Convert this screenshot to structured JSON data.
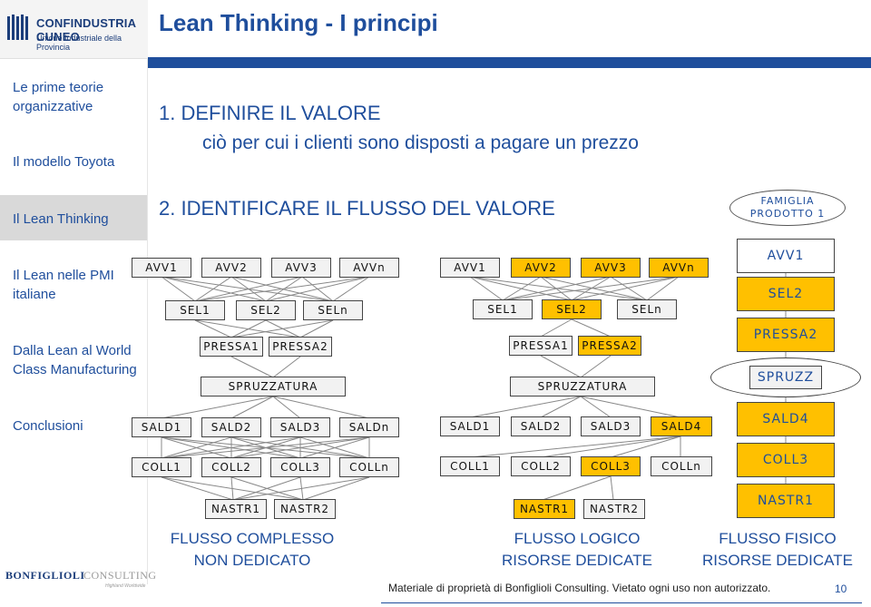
{
  "logo": {
    "line1": "CONFINDUSTRIA CUNEO",
    "line2": "Unione Industriale della Provincia"
  },
  "title": "Lean Thinking - I principi",
  "nav": [
    {
      "label": "Le prime teorie organizzative"
    },
    {
      "label": "Il modello Toyota"
    },
    {
      "label": "Il Lean Thinking"
    },
    {
      "label": "Il Lean nelle PMI italiane"
    },
    {
      "label": "Dalla Lean al World Class Manufacturing"
    },
    {
      "label": "Conclusioni"
    }
  ],
  "steps": {
    "step1": "1.   DEFINIRE IL VALORE",
    "step1_sub": "ciò per cui i clienti sono disposti a pagare un prezzo",
    "step2": "2.   IDENTIFICARE IL FLUSSO DEL VALORE"
  },
  "famiglia": {
    "line1": "FAMIGLIA",
    "line2": "PRODOTTO 1"
  },
  "flows": {
    "complex": {
      "avv": [
        "AVV1",
        "AVV2",
        "AVV3",
        "AVVn"
      ],
      "sel": [
        "SEL1",
        "SEL2",
        "SELn"
      ],
      "pressa": [
        "PRESSA1",
        "PRESSA2"
      ],
      "spruzz": "SPRUZZATURA",
      "sald": [
        "SALD1",
        "SALD2",
        "SALD3",
        "SALDn"
      ],
      "coll": [
        "COLL1",
        "COLL2",
        "COLL3",
        "COLLn"
      ],
      "nastr": [
        "NASTR1",
        "NASTR2"
      ],
      "caption1": "FLUSSO COMPLESSO",
      "caption2": "NON DEDICATO"
    },
    "logical": {
      "avv": [
        "AVV1",
        "AVV2",
        "AVV3",
        "AVVn"
      ],
      "sel": [
        "SEL1",
        "SEL2",
        "SELn"
      ],
      "pressa": [
        "PRESSA1",
        "PRESSA2"
      ],
      "spruzz": "SPRUZZATURA",
      "sald": [
        "SALD1",
        "SALD2",
        "SALD3",
        "SALD4"
      ],
      "coll": [
        "COLL1",
        "COLL2",
        "COLL3",
        "COLLn"
      ],
      "nastr": [
        "NASTR1",
        "NASTR2"
      ],
      "caption1": "FLUSSO LOGICO",
      "caption2": "RISORSE DEDICATE"
    },
    "physical": {
      "items": [
        "AVV1",
        "SEL2",
        "PRESSA2",
        "SPRUZZ",
        "SALD4",
        "COLL3",
        "NASTR1"
      ],
      "caption1": "FLUSSO FISICO",
      "caption2": "RISORSE DEDICATE"
    }
  },
  "footer": {
    "text": "Materiale di proprietà di Bonfiglioli Consulting. Vietato ogni uso non autorizzato.",
    "page": "10",
    "brand1": "BONFIGLIOLI",
    "brand2": "CONSULTING",
    "brand3": "Highland Worldwide"
  },
  "colors": {
    "accent": "#1f4e9c",
    "highlight": "#ffc000"
  }
}
